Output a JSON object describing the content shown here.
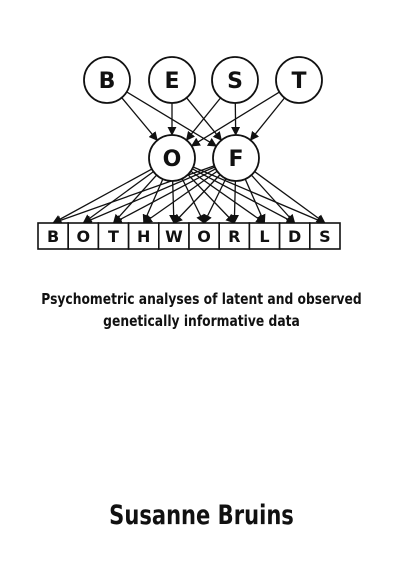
{
  "diagram": {
    "top_row": [
      "B",
      "E",
      "S",
      "T"
    ],
    "middle_row": [
      "O",
      "F"
    ],
    "bottom_row": [
      "B",
      "O",
      "T",
      "H",
      "W",
      "O",
      "R",
      "L",
      "D",
      "S"
    ]
  },
  "subtitle": {
    "line1": "Psychometric analyses of latent and observed",
    "line2": "genetically informative data"
  },
  "author": "Susanne Bruins",
  "colors": {
    "ink": "#111111",
    "background": "#ffffff"
  }
}
